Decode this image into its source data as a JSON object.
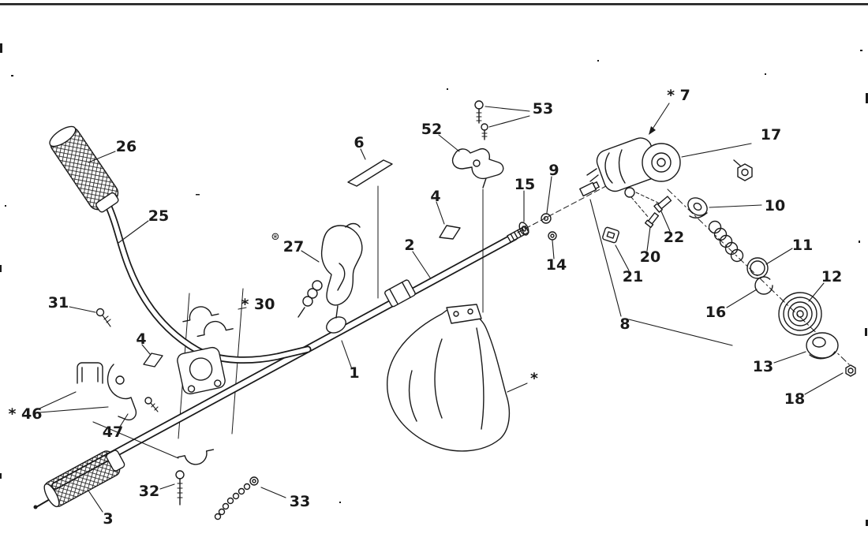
{
  "figure": {
    "type": "exploded-parts-diagram",
    "colors": {
      "background": "#ffffff",
      "ink": "#1a1a1a"
    },
    "callouts": [
      {
        "name": "handle-grip",
        "text": "26"
      },
      {
        "name": "handlebar",
        "text": "25"
      },
      {
        "name": "screw",
        "text": "31"
      },
      {
        "name": "clamp-group",
        "text": "* 30"
      },
      {
        "name": "clamp-wedge",
        "text": "4"
      },
      {
        "name": "bracket",
        "text": "* 46"
      },
      {
        "name": "hanger",
        "text": "47"
      },
      {
        "name": "shaft-grip",
        "text": "3"
      },
      {
        "name": "clamp-screw",
        "text": "32"
      },
      {
        "name": "ball-chain",
        "text": "33"
      },
      {
        "name": "asterisk-mark",
        "text": "⊛"
      },
      {
        "name": "throttle",
        "text": "27"
      },
      {
        "name": "decal",
        "text": "6"
      },
      {
        "name": "cable-guide",
        "text": "52"
      },
      {
        "name": "guide-screws",
        "text": "53"
      },
      {
        "name": "spacer",
        "text": "4"
      },
      {
        "name": "outer-tube",
        "text": "2"
      },
      {
        "name": "drive-shaft",
        "text": "1"
      },
      {
        "name": "washer",
        "text": "15"
      },
      {
        "name": "circlip",
        "text": "9"
      },
      {
        "name": "washer-2",
        "text": "14"
      },
      {
        "name": "gear-head",
        "text": "* 7"
      },
      {
        "name": "bolt",
        "text": "17"
      },
      {
        "name": "cup-washer",
        "text": "10"
      },
      {
        "name": "set-screw-a",
        "text": "22"
      },
      {
        "name": "set-screw-b",
        "text": "20"
      },
      {
        "name": "clip",
        "text": "21"
      },
      {
        "name": "head-assembly",
        "text": "8"
      },
      {
        "name": "ring",
        "text": "11"
      },
      {
        "name": "snap-ring",
        "text": "16"
      },
      {
        "name": "spool",
        "text": "12"
      },
      {
        "name": "cap",
        "text": "13"
      },
      {
        "name": "nut",
        "text": "18"
      },
      {
        "name": "guard-mark",
        "text": "*"
      }
    ]
  }
}
